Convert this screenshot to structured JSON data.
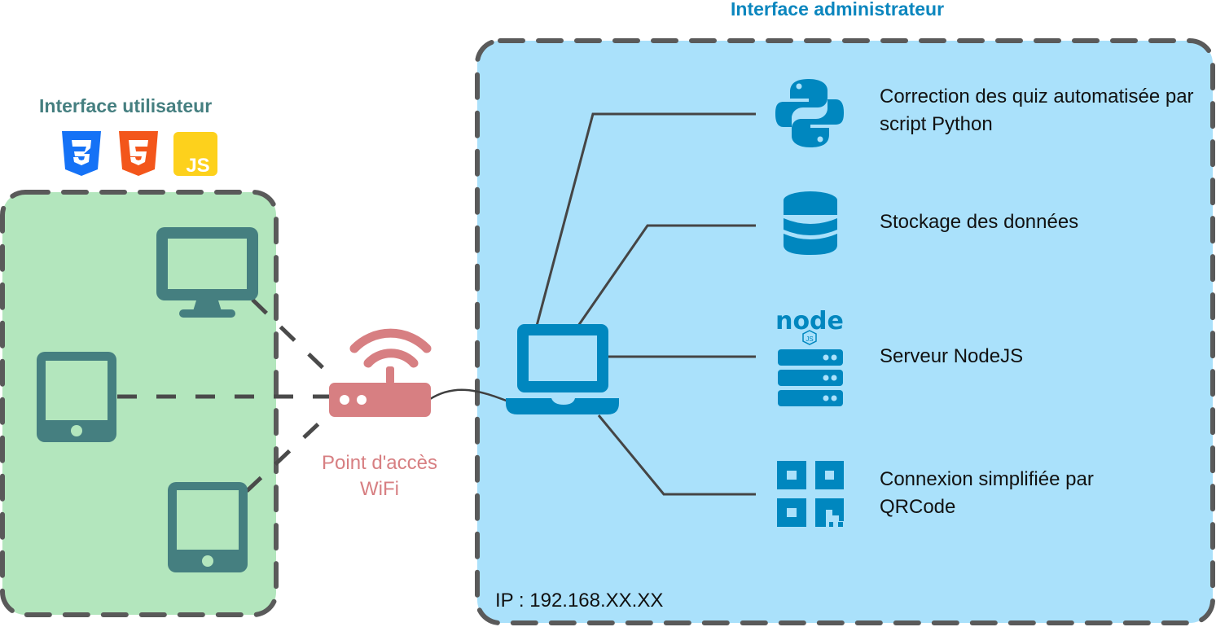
{
  "user_zone": {
    "title": "Interface utilisateur",
    "tech_icons": [
      "css3-icon",
      "html5-icon",
      "javascript-icon"
    ],
    "js_badge_text": "JS",
    "devices": [
      "desktop-monitor",
      "tablet",
      "tablet"
    ],
    "colors": {
      "fill": "#b3e6bd",
      "icon": "#457f80",
      "title": "#457f80"
    }
  },
  "access_point": {
    "label_line1": "Point d'accès",
    "label_line2": "WiFi",
    "color": "#d77f82"
  },
  "admin_zone": {
    "title": "Interface administrateur",
    "ip_label": "IP : 192.168.XX.XX",
    "colors": {
      "fill": "#aae1fb",
      "icon": "#0087bf",
      "title": "#0b86be"
    },
    "features": [
      {
        "icon": "python-icon",
        "label": "Correction des quiz automatisée par script Python"
      },
      {
        "icon": "database-icon",
        "label": "Stockage des données"
      },
      {
        "icon": "nodejs-server-icon",
        "label": "Serveur NodeJS"
      },
      {
        "icon": "qrcode-icon",
        "label": "Connexion simplifiée par QRCode"
      }
    ]
  },
  "nodejs_logo_text": "node",
  "nodejs_badge_text": "JS",
  "border_color": "#5a5a5a"
}
